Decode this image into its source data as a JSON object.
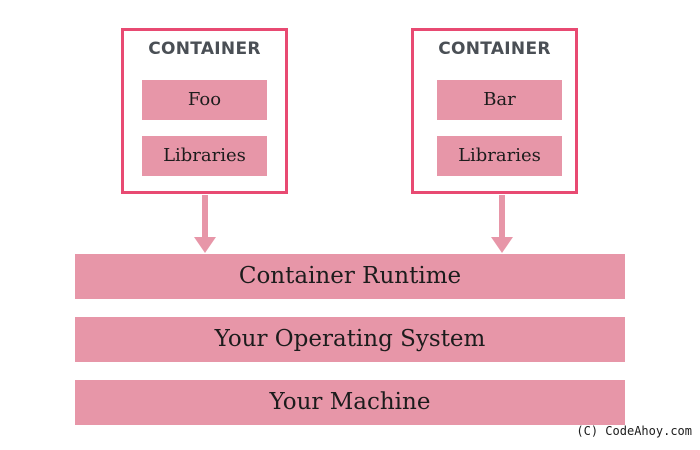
{
  "containers": [
    {
      "title": "CONTAINER",
      "app": "Foo",
      "libs": "Libraries"
    },
    {
      "title": "CONTAINER",
      "app": "Bar",
      "libs": "Libraries"
    }
  ],
  "layers": {
    "runtime": "Container Runtime",
    "os": "Your Operating System",
    "machine": "Your Machine"
  },
  "credit": "(C) CodeAhoy.com",
  "colors": {
    "container_border": "#e84a72",
    "block_fill": "#e796a8",
    "arrow": "#e796a8",
    "title_text": "#4a4f55"
  }
}
